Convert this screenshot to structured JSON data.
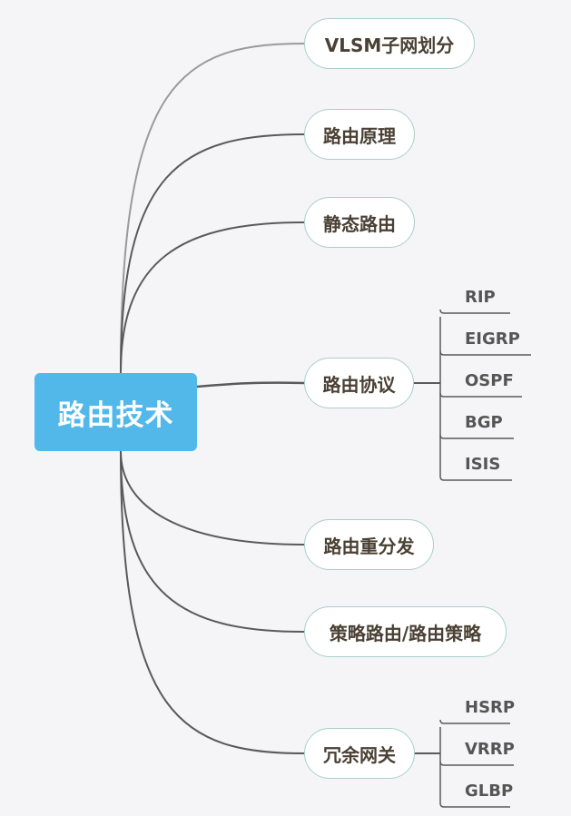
{
  "root": {
    "label": "路由技术",
    "color": "#52b8ea"
  },
  "branches": [
    {
      "label": "VLSM子网划分",
      "children": []
    },
    {
      "label": "路由原理",
      "children": []
    },
    {
      "label": "静态路由",
      "children": []
    },
    {
      "label": "路由协议",
      "children": [
        "RIP",
        "EIGRP",
        "OSPF",
        "BGP",
        "ISIS"
      ]
    },
    {
      "label": "路由重分发",
      "children": []
    },
    {
      "label": "策略路由/路由策略",
      "children": []
    },
    {
      "label": "冗余网关",
      "children": [
        "HSRP",
        "VRRP",
        "GLBP"
      ]
    }
  ]
}
